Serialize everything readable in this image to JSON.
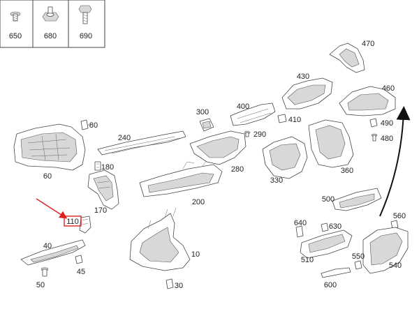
{
  "diagram": {
    "fastener_table": {
      "cells": [
        {
          "label": "650",
          "icon": "screw-flat-icon"
        },
        {
          "label": "680",
          "icon": "nut-icon"
        },
        {
          "label": "690",
          "icon": "bolt-icon"
        }
      ]
    },
    "highlight": {
      "label": "110",
      "box_color": "#e02020",
      "arrow_color": "#e02020"
    },
    "labels": {
      "p10": "10",
      "p30": "30",
      "p40": "40",
      "p45": "45",
      "p50": "50",
      "p60": "60",
      "p80": "80",
      "p170": "170",
      "p180": "180",
      "p200": "200",
      "p240": "240",
      "p280": "280",
      "p290": "290",
      "p300": "300",
      "p330": "330",
      "p360": "360",
      "p400": "400",
      "p410": "410",
      "p430": "430",
      "p460": "460",
      "p470": "470",
      "p480": "480",
      "p490": "490",
      "p500": "500",
      "p510": "510",
      "p540": "540",
      "p550": "550",
      "p560": "560",
      "p600": "600",
      "p630": "630",
      "p640": "640"
    }
  }
}
